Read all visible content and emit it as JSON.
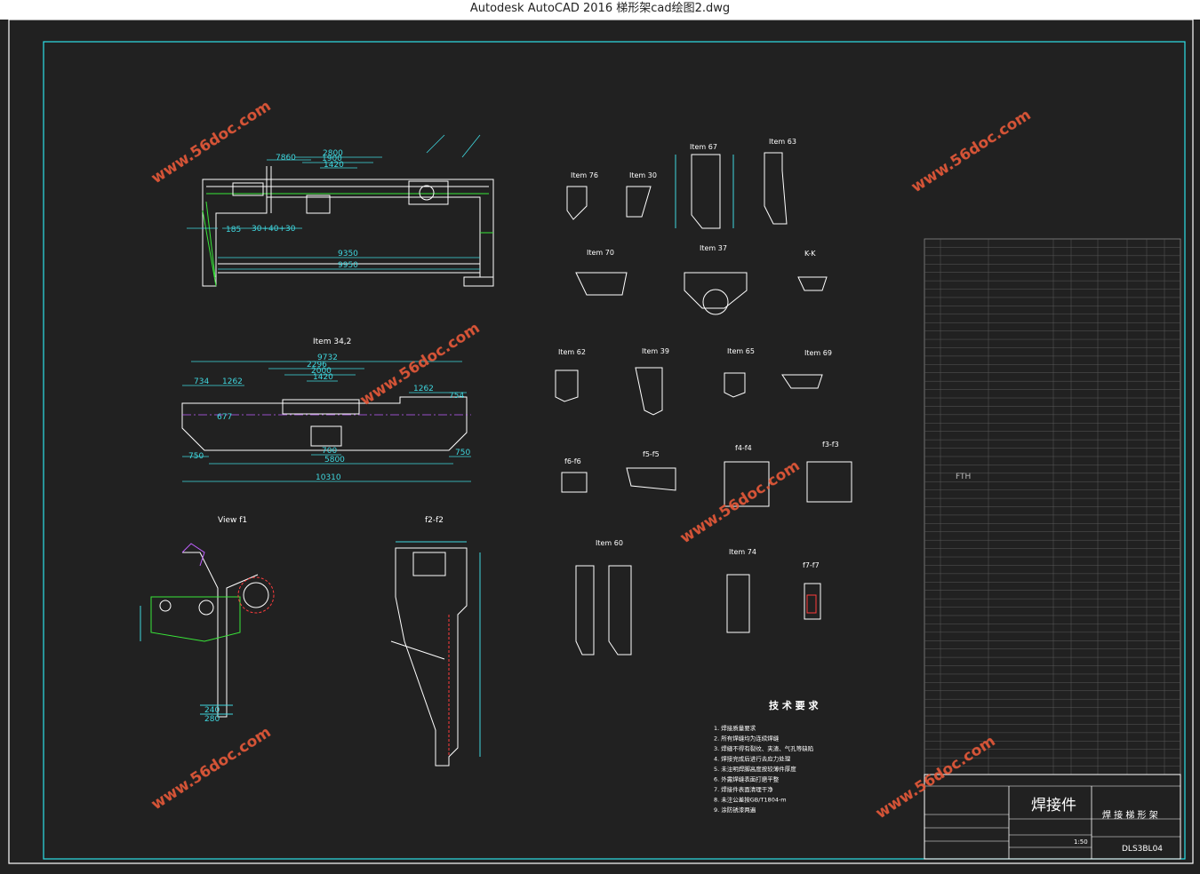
{
  "window": {
    "title": "Autodesk AutoCAD 2016     梯形架cad绘图2.dwg"
  },
  "colors": {
    "background": "#212121",
    "frame": "#ffffff",
    "inner_frame": "#2ee0e8",
    "dimension": "#3fd8e0",
    "geometry": "#ffffff",
    "weld": "#39e639",
    "centerline": "#c060ff",
    "hidden": "#ff3b3b",
    "watermark": "#e85a3a"
  },
  "watermark_text": "www.56doc.com",
  "views": {
    "main": "",
    "item_34_2": "Item 34,2",
    "view_f1": "View f1",
    "f2_f2": "f2-f2",
    "item_76": "Item 76",
    "item_30": "Item 30",
    "item_67": "Item 67",
    "item_63": "Item 63",
    "item_70": "Item 70",
    "item_37": "Item 37",
    "k_k": "K-K",
    "item_62": "Item 62",
    "item_39": "Item 39",
    "item_65": "Item 65",
    "item_69": "Item 69",
    "f6_f6": "f6-f6",
    "f5_f5": "f5-f5",
    "f4_f4": "f4-f4",
    "f3_f3": "f3-f3",
    "item_60": "Item 60",
    "item_74": "Item 74",
    "f7_f7": "f7-f7"
  },
  "dims_main": {
    "d9350": "9350",
    "d9950": "9950",
    "d2800": "2800",
    "d1900": "1900",
    "d1420": "1420",
    "d7860": "7860",
    "d185": "185",
    "d30_40_30": "30+40+30"
  },
  "dims_item34": {
    "d9732": "9732",
    "d2296": "2296",
    "d2000": "2000",
    "d1420": "1420",
    "d1262a": "1262",
    "d1262b": "1262",
    "d754": "754",
    "d734": "734",
    "d750a": "750",
    "d750b": "750",
    "d5800": "5800",
    "d10310": "10310",
    "d700": "700",
    "d677": "677"
  },
  "notes": {
    "heading": "技 术 要 求",
    "lines": [
      "1. 焊接质量要求",
      "2. 所有焊缝均为连续焊缝",
      "3. 焊缝不得有裂纹、夹渣、气孔等缺陷",
      "4. 焊接完成后进行去应力处理",
      "5. 未注明焊脚高度按较薄件厚度",
      "6. 外露焊缝表面打磨平整",
      "7. 焊接件表面清理干净",
      "8. 未注公差按GB/T1804-m",
      "9. 涂防锈漆两遍"
    ]
  },
  "title_block": {
    "part_name": "焊接件",
    "drawing_name": "焊 接 梯 形 架",
    "drawing_no": "DLS3BL04",
    "scale": "1:50",
    "material_code": "FTH"
  },
  "parts_table": {
    "rows": 64
  }
}
